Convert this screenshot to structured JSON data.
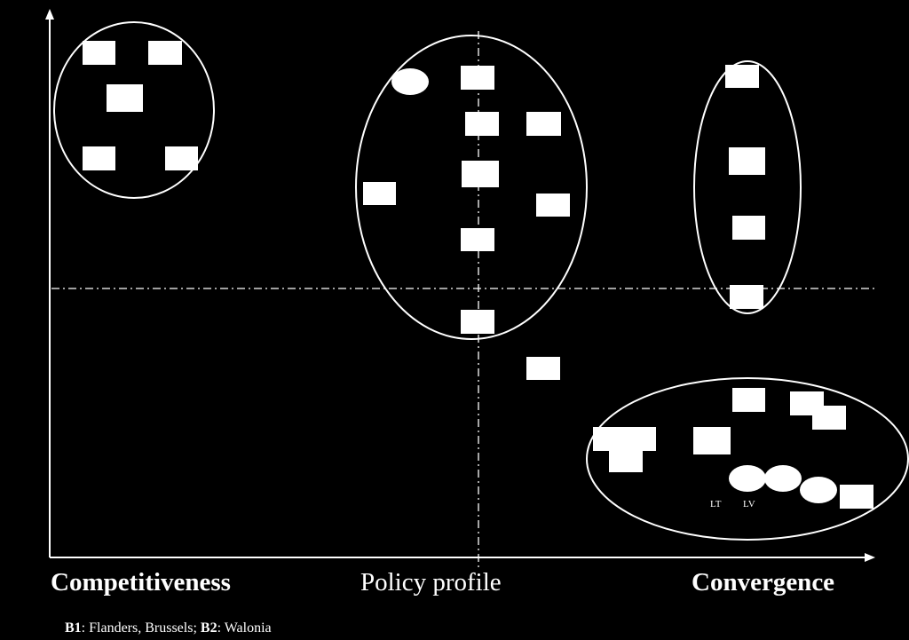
{
  "axes": {
    "left_label": "Competitiveness",
    "center_label": "Policy profile",
    "right_label": "Convergence"
  },
  "markers": {
    "lt": "LT",
    "lv": "LV"
  },
  "footnote": {
    "b1_key": "B1",
    "b1_text": ": Flanders, Brussels; ",
    "b2_key": "B2",
    "b2_text": ": Walonia"
  }
}
